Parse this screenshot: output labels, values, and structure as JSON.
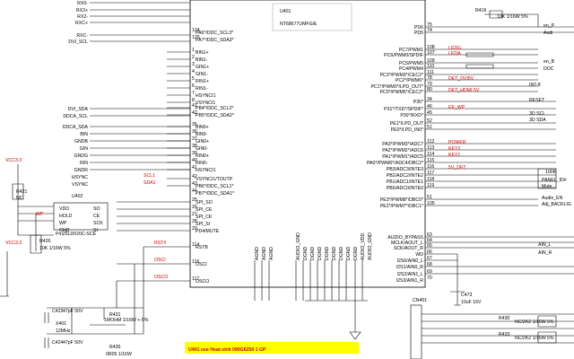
{
  "chip": {
    "ref": "U401",
    "part": "NT68677UMFG/E",
    "note": "U401 use Heat-sink 090G6250  1  GP"
  },
  "left_top_labels": [
    "RX0-",
    "RX2+",
    "RX2-",
    "RXC+",
    "RXC-",
    "DVI_SCL",
    "DVI_SDA",
    "DDCA_SCL",
    "DDCA_SDA",
    "BIN",
    "GNDB",
    "GIN",
    "GNDG",
    "RIN",
    "GNDR",
    "HSYNC",
    "VSYNC"
  ],
  "left_nets": [
    "SCL1",
    "SDA1",
    "VCC3.3",
    "WP",
    "VCC3.3",
    "RST#",
    "OSCI",
    "OSCO"
  ],
  "left_comps": [
    "R421",
    "NC",
    "U402",
    "Pm25LD020C-SCE",
    "VDD",
    "SO",
    "HOLD",
    "CE",
    "WP",
    "SCK",
    "GND",
    "SI",
    "R426",
    "10K 1/16W 5%",
    "C423",
    "47pF 50V",
    "X401",
    "12MHz",
    "C424",
    "47pF 50V",
    "R431",
    "1MOHM 1/16W +-5%",
    "R435",
    "0R05 1/16W"
  ],
  "pins_left": [
    {
      "num": "124",
      "name": "PA6*/DDC_SCL3*"
    },
    {
      "num": "125",
      "name": "PA7*/DDC_SDA3*"
    },
    {
      "num": "1",
      "name": "BIN1+"
    },
    {
      "num": "2",
      "name": "BIN1-"
    },
    {
      "num": "3",
      "name": "GIN1+"
    },
    {
      "num": "4",
      "name": "GIN1-"
    },
    {
      "num": "5",
      "name": "RIN1+"
    },
    {
      "num": "6",
      "name": "RIN1-"
    },
    {
      "num": "7",
      "name": "HSYNCI1"
    },
    {
      "num": "8",
      "name": "VSYNCI1"
    },
    {
      "num": "41",
      "name": "PB4*/DDC_SCL2*"
    },
    {
      "num": "42",
      "name": "PB5*/DDC_SDA2*"
    },
    {
      "num": "35",
      "name": "BIN0+"
    },
    {
      "num": "36",
      "name": "BIN0-"
    },
    {
      "num": "37",
      "name": "GIN0+"
    },
    {
      "num": "38",
      "name": "GIN0-"
    },
    {
      "num": "39",
      "name": "RIN0+"
    },
    {
      "num": "40",
      "name": "RIN0-"
    },
    {
      "num": "41",
      "name": "HSYNCI1"
    },
    {
      "num": "42",
      "name": "VSYNCI1/TOUTP"
    },
    {
      "num": "43",
      "name": "PB6*/DDC_SCL1*"
    },
    {
      "num": "44",
      "name": "PB7*/DDC_SDA1*"
    },
    {
      "num": "25",
      "name": "SPI_SO"
    },
    {
      "num": "26",
      "name": "SPI_CE"
    },
    {
      "num": "27",
      "name": "SPI_CK"
    },
    {
      "num": "28",
      "name": "SPI_SI"
    },
    {
      "num": "29",
      "name": "PD4/MUTE"
    },
    {
      "num": "114",
      "name": "RSTB"
    },
    {
      "num": "116",
      "name": "OSCI"
    },
    {
      "num": "117",
      "name": "OSCO"
    }
  ],
  "pins_right": [
    {
      "num": "75",
      "name": "PD6"
    },
    {
      "num": "74",
      "name": "PD5"
    },
    {
      "num": "108",
      "name": "PC7/PWM1"
    },
    {
      "num": "107",
      "name": "PC6/PWM0/SPDIF"
    },
    {
      "num": "109",
      "name": "PC5/PWM5"
    },
    {
      "num": "110",
      "name": "PC4/PWM4"
    },
    {
      "num": "111",
      "name": "PC3*/PWM3*/CEC2*"
    },
    {
      "num": "78",
      "name": "PC2*/PWM6*"
    },
    {
      "num": "79",
      "name": "PC1*/PWM0*/LPD_OUT*"
    },
    {
      "num": "80",
      "name": "PC0*/PWM5*/CEC2*"
    },
    {
      "num": "34",
      "name": "P35*"
    },
    {
      "num": "46",
      "name": "P31*/TXD*/SPDIF*"
    },
    {
      "num": "45",
      "name": "P30*/RXD*"
    },
    {
      "num": "52",
      "name": "PE1*/LPD_OUT"
    },
    {
      "num": "51",
      "name": "PE0*/LPD_IN0*"
    },
    {
      "num": "112",
      "name": "PA3*/PWM3*/ADC7"
    },
    {
      "num": "113",
      "name": "PA2*/PWM2*/ADC6"
    },
    {
      "num": "114",
      "name": "PA1*/PWM1*/ADC5"
    },
    {
      "num": "115",
      "name": "PA0*/PWM0*/ADC4/DBC2*"
    },
    {
      "num": "116",
      "name": "PB3/ADC3/INTE3"
    },
    {
      "num": "117",
      "name": "PB2/ADC2/INTE2"
    },
    {
      "num": "118",
      "name": "PB1/ADC1/INTE1"
    },
    {
      "num": "119",
      "name": "PB0/ADC0/INTE0"
    },
    {
      "num": "51",
      "name": "PE3*/PWM8*/DBC0*"
    },
    {
      "num": "105",
      "name": "PE2*/PWM7*/DBC1*"
    },
    {
      "num": "63",
      "name": "AUDIO_BYPASS"
    },
    {
      "num": "64",
      "name": "MCLK/AOUT_L"
    },
    {
      "num": "65",
      "name": "SCK/AOUT_R"
    },
    {
      "num": "66",
      "name": "WD"
    },
    {
      "num": "67",
      "name": "I2S0/AIN0_L"
    },
    {
      "num": "68",
      "name": "I2S1/AIN0_R"
    },
    {
      "num": "69",
      "name": "I2S2/AIN1_L"
    },
    {
      "num": "70",
      "name": "I2S3/AIN1_R"
    }
  ],
  "bottom_pins": [
    "AGND",
    "AGND",
    "AGND",
    "AUDIO_GND",
    "DGND",
    "DGND",
    "DGND",
    "DGND",
    "DGND",
    "DGND",
    "DGND",
    "DGND",
    "AUDIO_VDD",
    "AUDIO_GND"
  ],
  "right_nets": [
    "LEDG",
    "LEDA",
    "DET_DVI5V",
    "DET_HDMI 5V",
    "EE_WP",
    "POWER",
    "KEY2",
    "KEY1",
    "5V_DET"
  ],
  "right_labels": [
    "R416",
    "10K 1/16W 5%",
    "en_P",
    "Audi",
    "en_B",
    "DOC",
    "INT-8",
    "RESET",
    "3D SCL",
    "3D SDA",
    "100K",
    "PANEL_ID#",
    "Mute",
    "Audio_EN",
    "Adj_BACKLIG",
    "AIN_L",
    "AIN_R",
    "C473",
    "10uF 16V",
    "CN401",
    "R430",
    "NC/2K2 1/16W 5%",
    "R433",
    "NC/2K2 1/16W 5%"
  ]
}
